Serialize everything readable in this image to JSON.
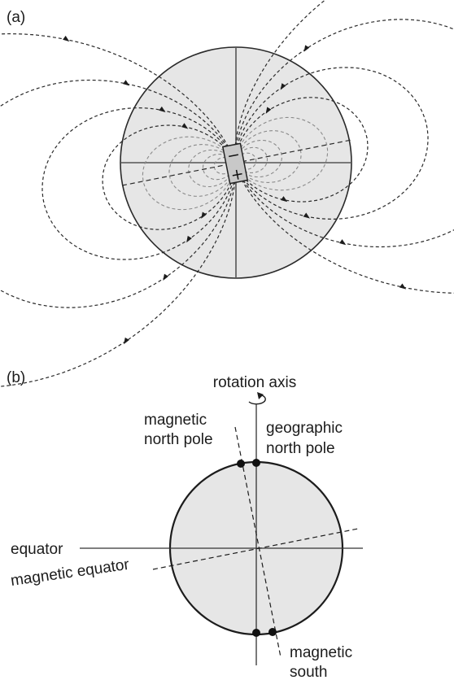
{
  "panel_a": {
    "label": "(a)",
    "magnet_minus": "−",
    "magnet_plus": "+"
  },
  "panel_b": {
    "label": "(b)",
    "rotation_axis": "rotation axis",
    "magnetic_north_pole": [
      "magnetic",
      "north pole"
    ],
    "geographic_north_pole": [
      "geographic",
      "north pole"
    ],
    "equator": "equator",
    "magnetic_equator": "magnetic equator",
    "magnetic_south": [
      "magnetic",
      "south"
    ]
  },
  "colors": {
    "sphere_fill": "#e6e6e6",
    "ink": "#1c1c1c"
  }
}
